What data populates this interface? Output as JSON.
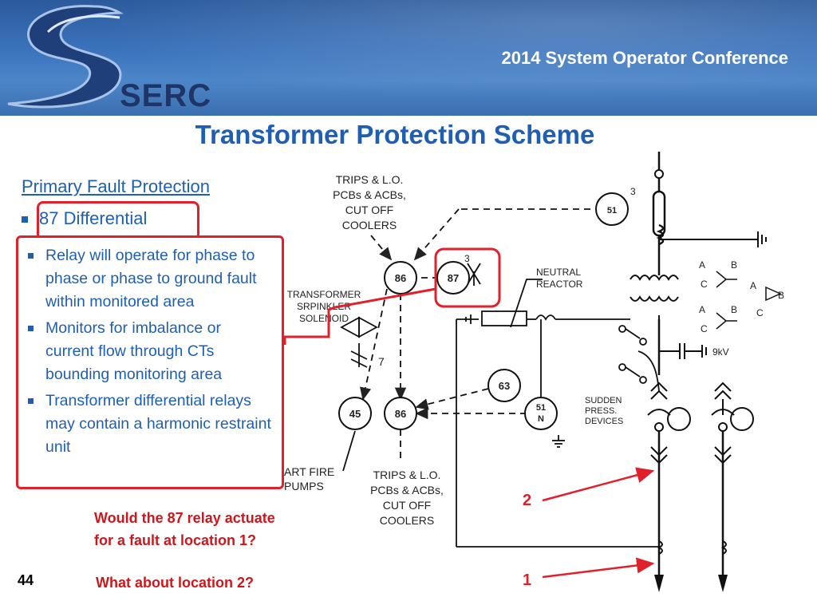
{
  "header": {
    "conference": "2014 System Operator Conference",
    "logo_text": "SERC"
  },
  "title": "Transformer Protection Scheme",
  "primary_heading": "Primary Fault Protection",
  "sub_item": "87 Differential",
  "bullets": [
    "Relay will operate for phase to phase or phase to ground fault within monitored area",
    "Monitors for imbalance or current flow through CTs bounding monitoring area",
    "Transformer differential relays may contain a harmonic restraint unit"
  ],
  "questions": {
    "q1_line1": "Would the 87 relay actuate",
    "q1_line2": "for a fault at location 1?",
    "q2": "What about location 2?"
  },
  "page_number": "44",
  "diagram": {
    "top_label": [
      "TRIPS & L.O.",
      "PCBs & ACBs,",
      "CUT OFF",
      "COOLERS"
    ],
    "bottom_label": [
      "TRIPS & L.O.",
      "PCBs & ACBs,",
      "CUT OFF",
      "COOLERS"
    ],
    "sprinkler_label": [
      "TRANSFORMER",
      "SRPINKLER",
      "SOLENOID"
    ],
    "fire_label": [
      "ART FIRE",
      "PUMPS"
    ],
    "neutral_label": [
      "NEUTRAL",
      "REACTOR"
    ],
    "sudden_label": [
      "SUDDEN",
      "PRESS.",
      "DEVICES"
    ],
    "relays": {
      "r51": "51",
      "r86a": "86",
      "r87": "87",
      "r63": "63",
      "r45": "45",
      "r86b": "86",
      "r51n_top": "51",
      "r51n_bottom": "N"
    },
    "ct_labels": {
      "three_a": "3",
      "three_b": "3",
      "seven": "7"
    },
    "phase_labels": {
      "a1": "A",
      "b1": "B",
      "c1": "C",
      "a2": "A",
      "b2": "B",
      "c2": "C",
      "a3": "A",
      "b3": "B",
      "c3": "C"
    },
    "voltage": "9kV",
    "location_1": "1",
    "location_2": "2"
  },
  "colors": {
    "accent_blue": "#1f5fb3",
    "highlight_red": "#e0202a",
    "question_red": "#d0161b",
    "header_blue": "#3b74bd"
  }
}
